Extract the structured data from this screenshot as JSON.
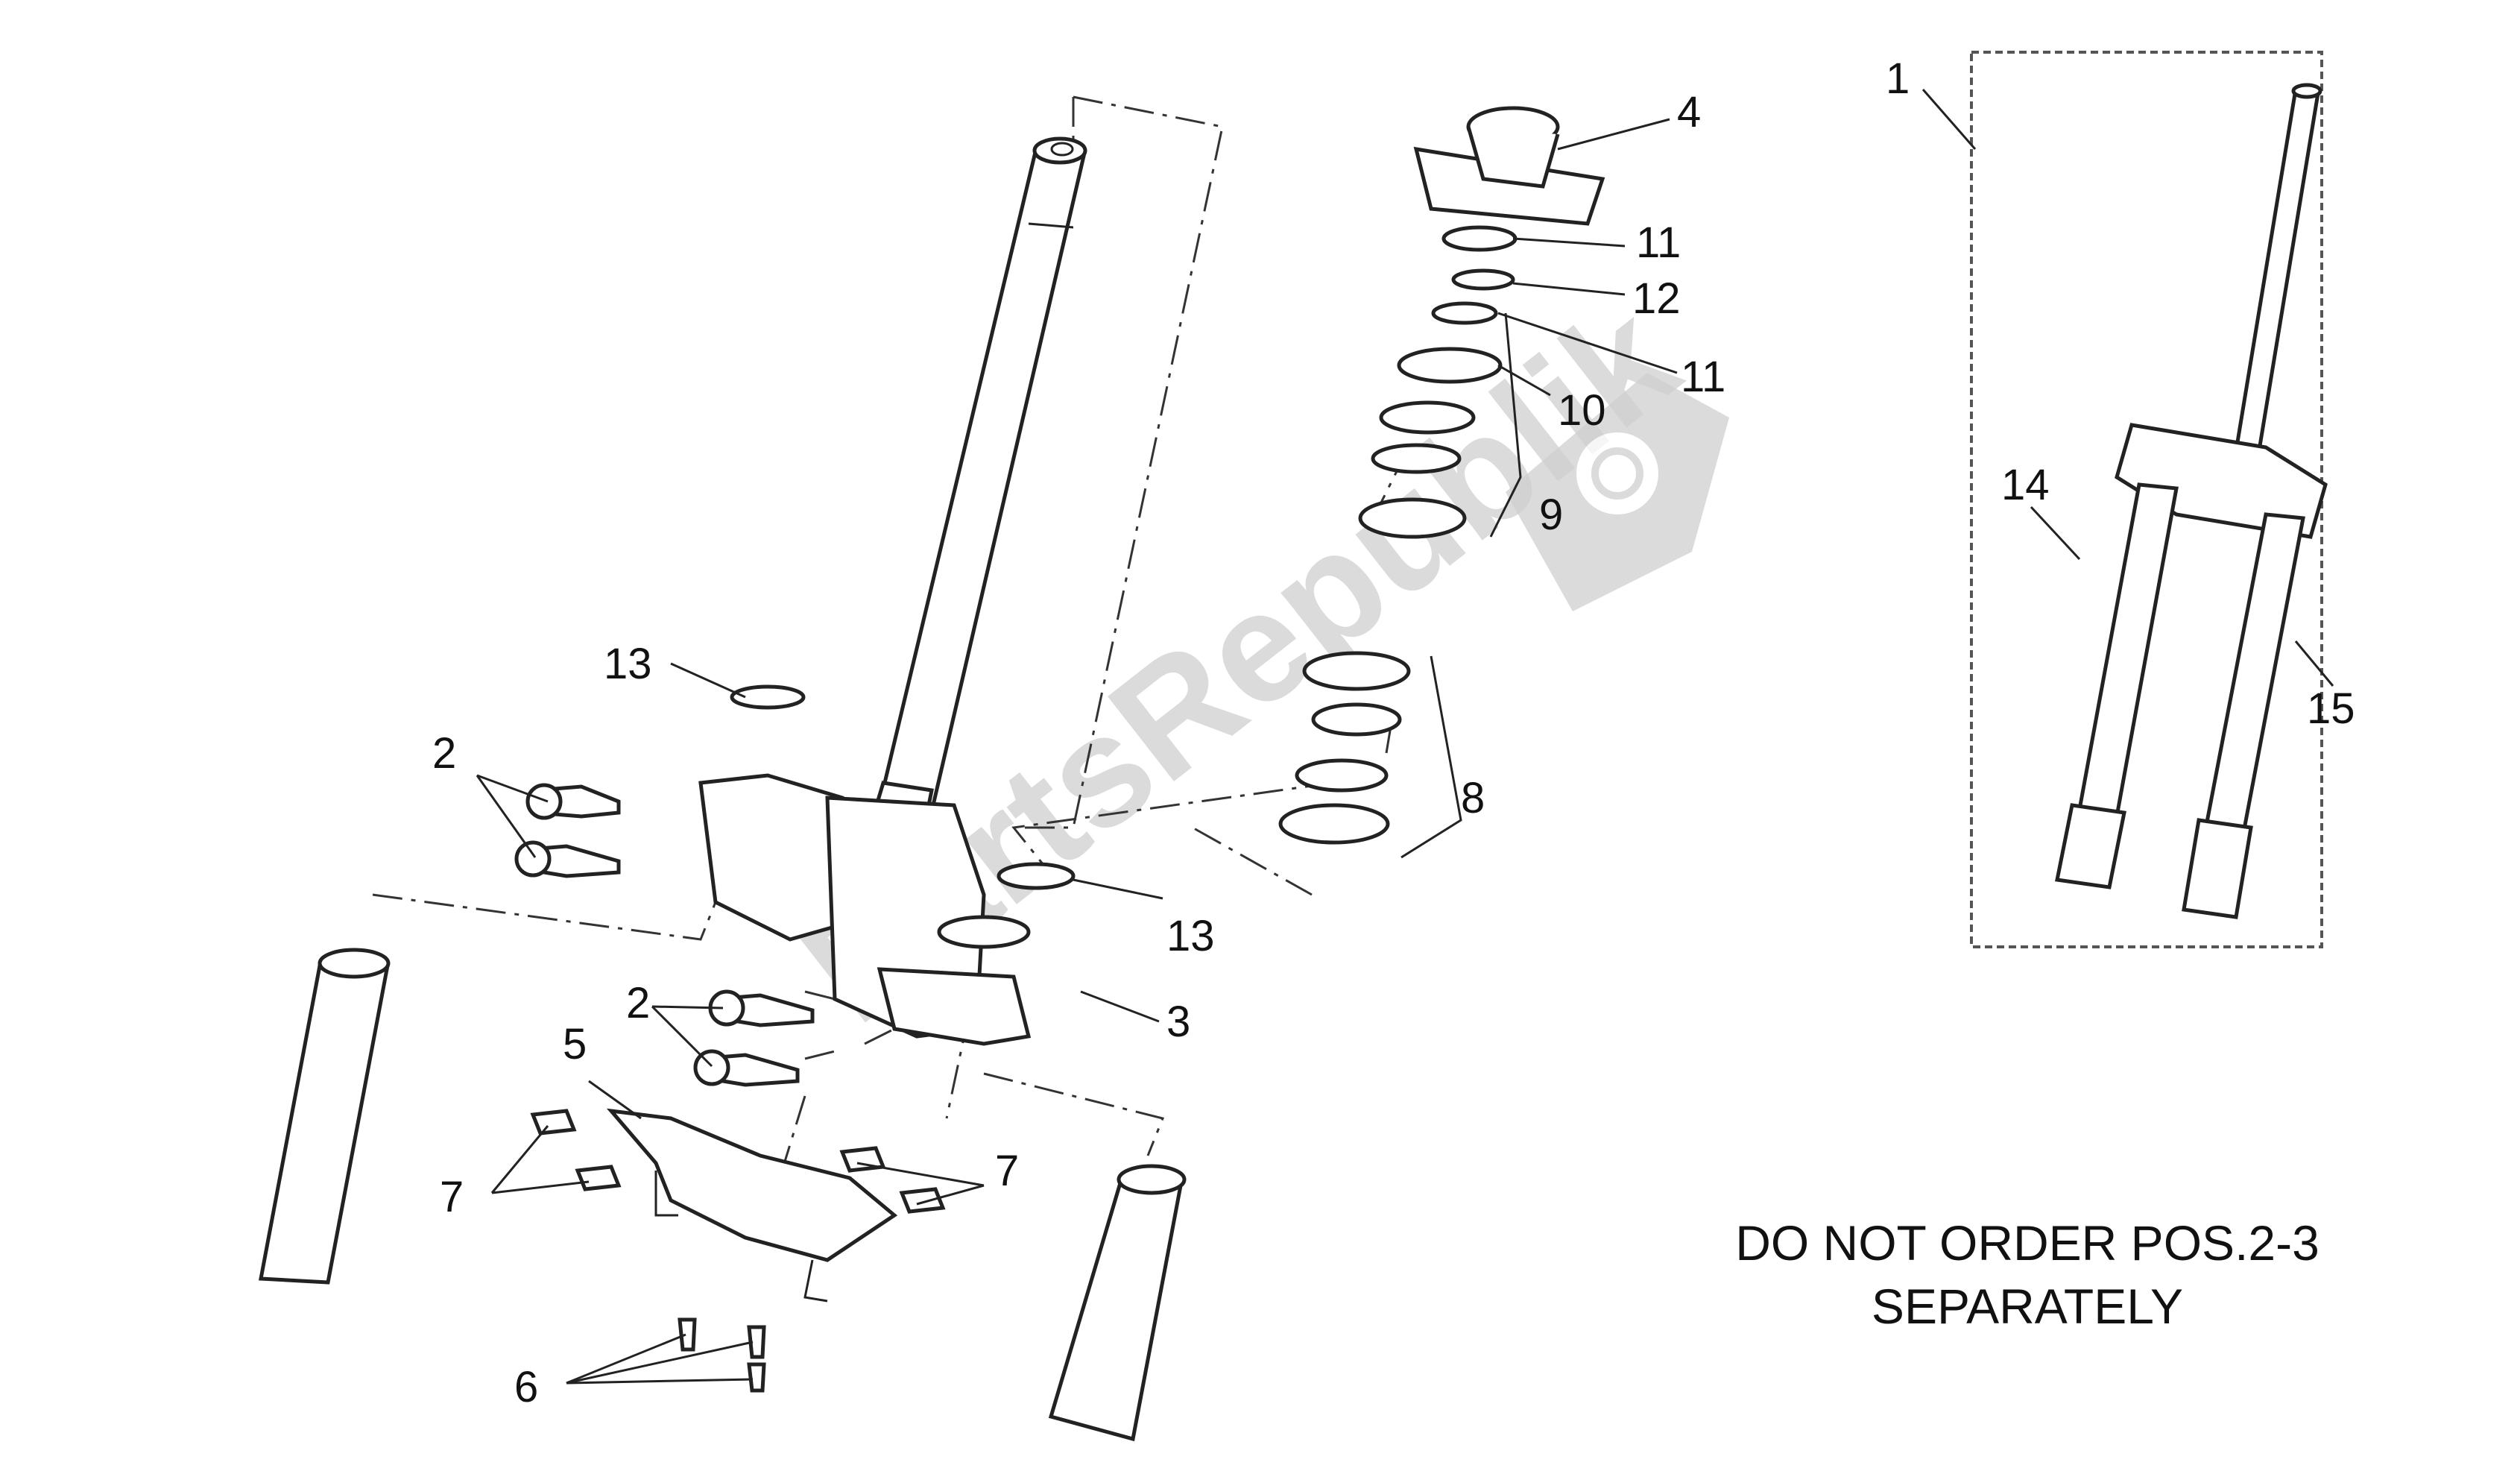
{
  "note": {
    "line1": "DO NOT ORDER POS.2-3",
    "line2": "SEPARATELY"
  },
  "watermark": "PartsRepublik",
  "callouts": {
    "c1": "1",
    "c2a": "2",
    "c2b": "2",
    "c3": "3",
    "c4": "4",
    "c5": "5",
    "c6": "6",
    "c7a": "7",
    "c7b": "7",
    "c8": "8",
    "c9": "9",
    "c10": "10",
    "c11a": "11",
    "c11b": "11",
    "c12": "12",
    "c13a": "13",
    "c13b": "13",
    "c14": "14",
    "c15": "15"
  }
}
